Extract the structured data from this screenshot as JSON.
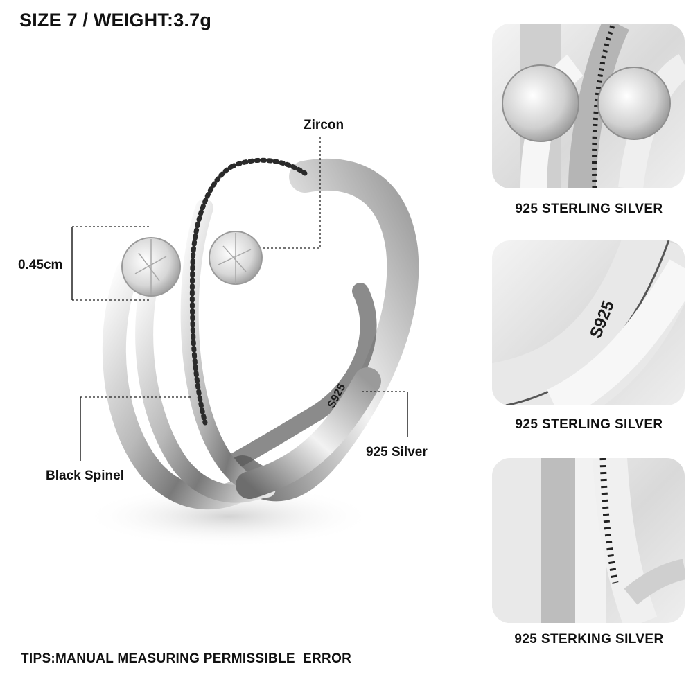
{
  "header": {
    "title": "SIZE 7 / WEIGHT:3.7g"
  },
  "callouts": {
    "zircon": "Zircon",
    "width": "0.45cm",
    "black_spinel": "Black Spinel",
    "silver": "925 Silver",
    "stamp": "S925"
  },
  "thumbnails": [
    {
      "caption": "925 STERLING SILVER"
    },
    {
      "caption": "925 STERLING SILVER",
      "stamp": "S925"
    },
    {
      "caption": "925 STERKING SILVER"
    }
  ],
  "footer": {
    "tips": "TIPS:MANUAL MEASURING PERMISSIBLE  ERROR"
  }
}
